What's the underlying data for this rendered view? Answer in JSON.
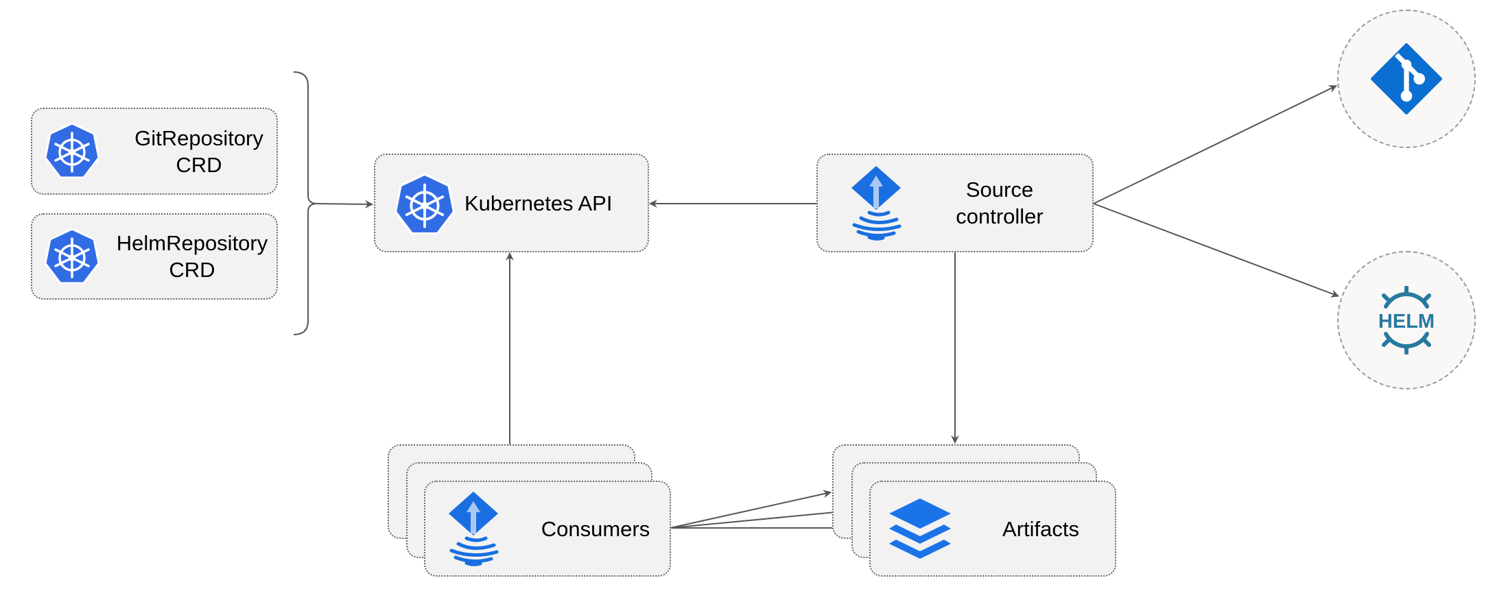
{
  "nodes": {
    "git_repository_crd": {
      "label": "GitRepository\nCRD",
      "icon": "kubernetes-icon"
    },
    "helm_repository_crd": {
      "label": "HelmRepository\nCRD",
      "icon": "kubernetes-icon"
    },
    "kubernetes_api": {
      "label": "Kubernetes API",
      "icon": "kubernetes-icon"
    },
    "source_controller": {
      "label": "Source\ncontroller",
      "icon": "flux-icon"
    },
    "consumers": {
      "label": "Consumers",
      "icon": "flux-icon"
    },
    "artifacts": {
      "label": "Artifacts",
      "icon": "layers-icon"
    },
    "git": {
      "icon": "git-icon"
    },
    "helm": {
      "icon": "helm-icon",
      "logo_text": "HELM"
    }
  },
  "colors": {
    "kubernetes": "#326ce5",
    "flux": "#1a6fe0",
    "git": "#0a6fd1",
    "helm": "#277a9f",
    "box_fill": "#f2f2f2",
    "edge": "#555555"
  }
}
